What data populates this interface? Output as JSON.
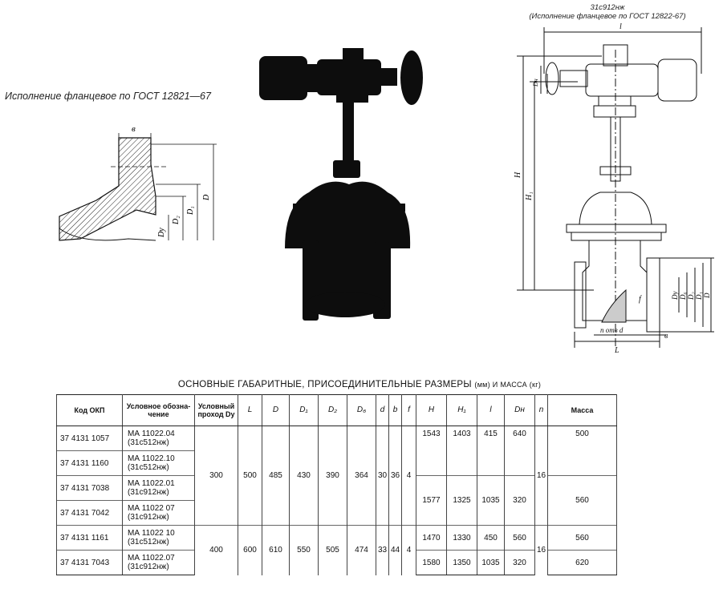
{
  "captions": {
    "flange_left": "Исполнение фланцевое по ГОСТ 12821—67",
    "right_model": "31с912нж",
    "right_flange": "(Исполнение фланцевое по ГОСТ 12822-67)"
  },
  "detail_labels": {
    "b": "в",
    "D": "D",
    "D1": "D₁",
    "D2": "D₂",
    "Dy": "Dу"
  },
  "drawing_labels": {
    "l": "l",
    "H": "H",
    "H1": "H₁",
    "L": "L",
    "b": "в",
    "f": "f",
    "holes": "n отв d",
    "D": "D",
    "D1": "D₁",
    "D2": "D₂",
    "D6": "D₆",
    "Dy": "Dу",
    "Dn": "Dн"
  },
  "table": {
    "title": "ОСНОВНЫЕ ГАБАРИТНЫЕ, ПРИСОЕДИНИТЕЛЬНЫЕ РАЗМЕРЫ",
    "title_units": "(мм) И МАССА (кг)",
    "headers": {
      "code": "Код ОКП",
      "designation": "Условное обозна-чение",
      "dy": "Условный проход Dу",
      "L": "L",
      "D": "D",
      "D1": "D₁",
      "D2": "D₂",
      "D6": "D₆",
      "d": "d",
      "b": "b",
      "f": "f",
      "H": "H",
      "H1": "H₁",
      "l": "l",
      "Dn": "Dн",
      "n": "n",
      "mass": "Масса"
    },
    "rows": [
      {
        "code": "37 4131 1057",
        "designation": "МА 11022.04",
        "designation2": "(31с512нж)"
      },
      {
        "code": "37 4131 1160",
        "designation": "МА 11022.10",
        "designation2": "(31с512нж)"
      },
      {
        "code": "37 4131 7038",
        "designation": "МА 11022.01",
        "designation2": "(31с912нж)"
      },
      {
        "code": "37 4131 7042",
        "designation": "МА 11022 07",
        "designation2": "(31с912нж)"
      },
      {
        "code": "37 4131 1161",
        "designation": "МА 11022 10",
        "designation2": "(31с512нж)"
      },
      {
        "code": "37 4131 7043",
        "designation": "МА 11022.07",
        "designation2": "(31с912нж)"
      }
    ],
    "group300": {
      "dy": "300",
      "L": "500",
      "D": "485",
      "D1": "430",
      "D2": "390",
      "D6": "364",
      "d": "30",
      "b": "36",
      "f": "4",
      "n": "16",
      "a": {
        "H": "1543",
        "H1": "1403",
        "l": "415",
        "Dn": "640",
        "mass": "500"
      },
      "b_": {
        "H": "1577",
        "H1": "1325",
        "l": "1035",
        "Dn": "320",
        "mass": "560"
      }
    },
    "group400": {
      "dy": "400",
      "L": "600",
      "D": "610",
      "D1": "550",
      "D2": "505",
      "D6": "474",
      "d": "33",
      "b": "44",
      "f": "4",
      "n": "16",
      "a": {
        "H": "1470",
        "H1": "1330",
        "l": "450",
        "Dn": "560",
        "mass": "560"
      },
      "b_": {
        "H": "1580",
        "H1": "1350",
        "l": "1035",
        "Dn": "320",
        "mass": "620"
      }
    }
  }
}
